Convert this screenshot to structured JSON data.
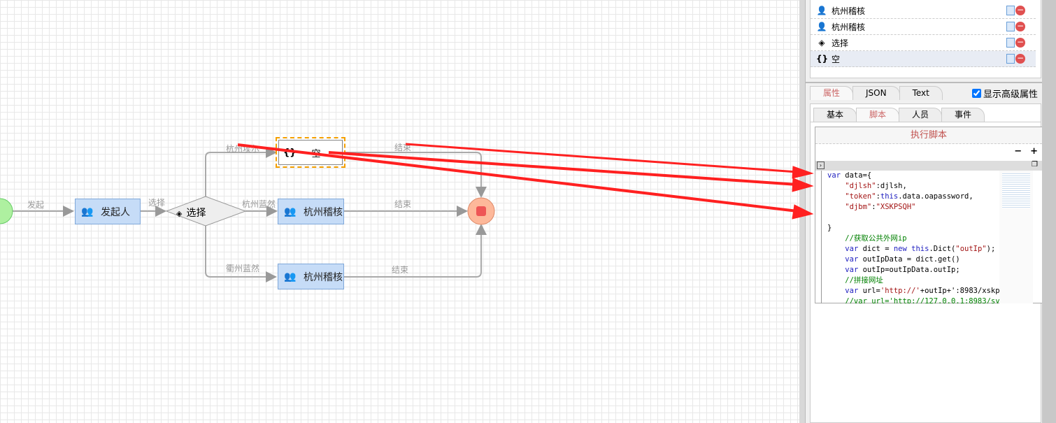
{
  "flow": {
    "edges": {
      "start": "发起",
      "choose": "选择",
      "upper": "杭州埃尔",
      "middle": "杭州蓝然",
      "lower": "衢州蓝然",
      "end1": "结束",
      "end2": "结束",
      "end3": "结束"
    },
    "nodes": {
      "initiator": "发起人",
      "gateway": "选择",
      "empty": "空",
      "review_mid": "杭州稽核",
      "review_low": "杭州稽核"
    }
  },
  "node_list": [
    {
      "icon": "user-icon",
      "label": "杭州稽核"
    },
    {
      "icon": "user-icon",
      "label": "杭州稽核"
    },
    {
      "icon": "gateway-icon",
      "label": "选择"
    },
    {
      "icon": "script-icon",
      "label": "空"
    }
  ],
  "tabs": [
    "属性",
    "JSON",
    "Text"
  ],
  "advanced_label": "显示高级属性",
  "advanced_checked": true,
  "subtabs": [
    "基本",
    "脚本",
    "人员",
    "事件"
  ],
  "script": {
    "title": "执行脚本",
    "minus": "−",
    "plus": "+",
    "lines": [
      "var data={",
      "    \"djlsh\":djlsh,",
      "    \"token\":this.data.oapassword,",
      "    \"djbm\":\"XSKPSQH\"",
      "",
      "}",
      "    //获取公共外网ip",
      "    var dict = new this.Dict(\"outIp\");",
      "    var outIpData = dict.get()",
      "    var outIp=outIpData.outIp;",
      "    //拼接网址",
      "    var url='http://'+outIp+':8983/xskp",
      "    //var url='http://127.0.0.1:8983/sy"
    ]
  },
  "colors": {
    "accent": "#c0504d",
    "annotation": "#ff2020"
  }
}
